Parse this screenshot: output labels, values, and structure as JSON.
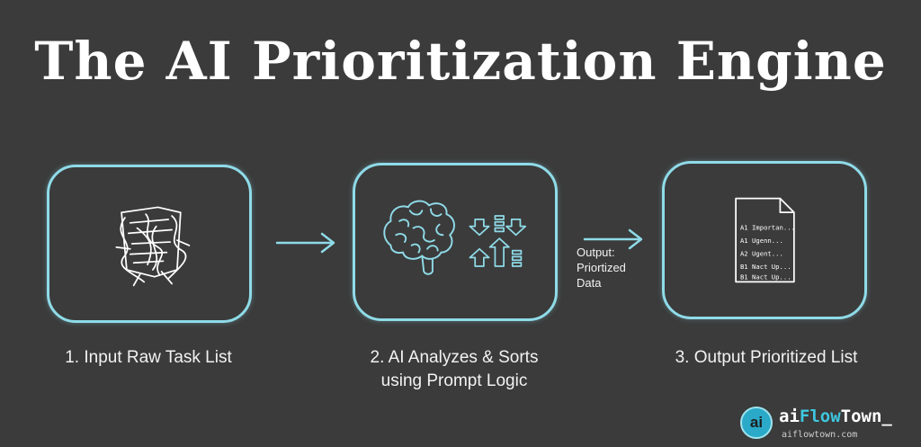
{
  "title": "The AI Prioritization Engine",
  "steps": [
    {
      "caption_line1": "1. Input Raw Task List",
      "caption_line2": ""
    },
    {
      "caption_line1": "2. AI Analyzes & Sorts",
      "caption_line2": "using Prompt Logic"
    },
    {
      "caption_line1": "3. Output Prioritized List",
      "caption_line2": ""
    }
  ],
  "output_label": {
    "line1": "Output:",
    "line2": "Priortized",
    "line3": "Data"
  },
  "document_lines": [
    "A1 Importan...",
    "A1 Ugenn...",
    "A2 Ugent...",
    "B1 Nact Up...",
    "B1 Nact Up..."
  ],
  "brand": {
    "logo_text": "ai",
    "name_part1": "ai",
    "name_part2": "Flow",
    "name_part3": "Town_",
    "url": "aiflowtown.com"
  },
  "colors": {
    "background": "#3b3b3b",
    "accent": "#8fdbe8",
    "brand": "#3fc7e0"
  },
  "icons": [
    "tangled-task-list-icon",
    "brain-icon",
    "sort-arrows-icon",
    "document-icon"
  ]
}
